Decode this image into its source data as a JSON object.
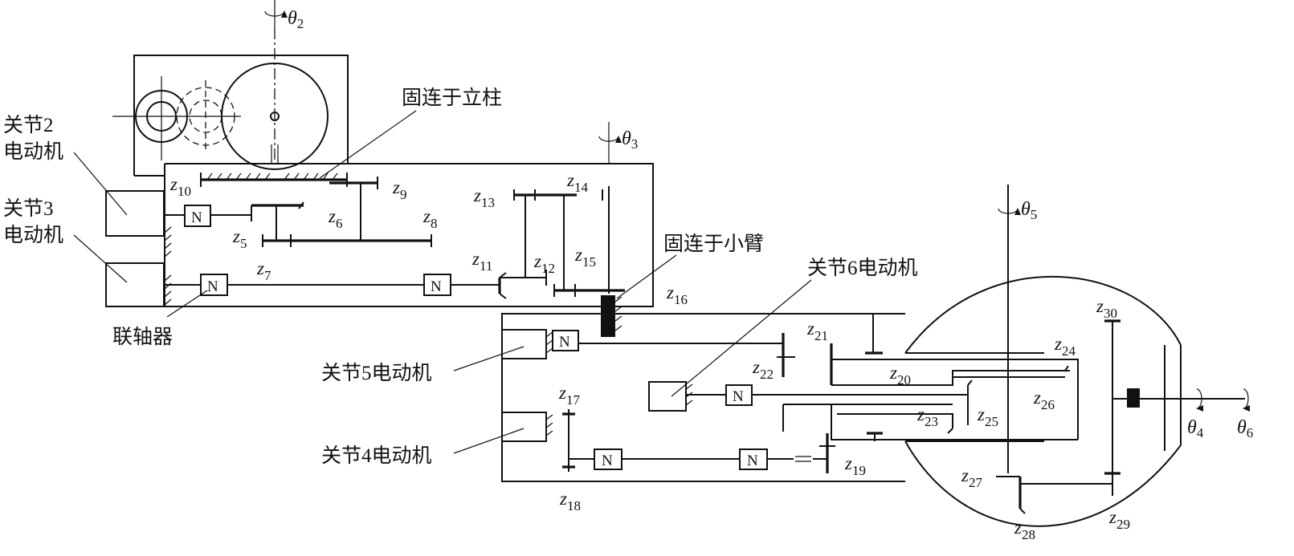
{
  "labels": {
    "fixed_column": "固连于立柱",
    "fixed_forearm": "固连于小臂",
    "coupling": "联轴器",
    "j2_motor_line1": "关节2",
    "j2_motor_line2": "电动机",
    "j3_motor_line1": "关节3",
    "j3_motor_line2": "电动机",
    "j4_motor": "关节4电动机",
    "j5_motor": "关节5电动机",
    "j6_motor": "关节6电动机",
    "coupling_mark": "N"
  },
  "gears": [
    {
      "id": "z5",
      "sub": "5"
    },
    {
      "id": "z6",
      "sub": "6"
    },
    {
      "id": "z7",
      "sub": "7"
    },
    {
      "id": "z8",
      "sub": "8"
    },
    {
      "id": "z9",
      "sub": "9"
    },
    {
      "id": "z10",
      "sub": "10"
    },
    {
      "id": "z11",
      "sub": "11"
    },
    {
      "id": "z12",
      "sub": "12"
    },
    {
      "id": "z13",
      "sub": "13"
    },
    {
      "id": "z14",
      "sub": "14"
    },
    {
      "id": "z15",
      "sub": "15"
    },
    {
      "id": "z16",
      "sub": "16"
    },
    {
      "id": "z17",
      "sub": "17"
    },
    {
      "id": "z18",
      "sub": "18"
    },
    {
      "id": "z19",
      "sub": "19"
    },
    {
      "id": "z20",
      "sub": "20"
    },
    {
      "id": "z21",
      "sub": "21"
    },
    {
      "id": "z22",
      "sub": "22"
    },
    {
      "id": "z23",
      "sub": "23"
    },
    {
      "id": "z24",
      "sub": "24"
    },
    {
      "id": "z25",
      "sub": "25"
    },
    {
      "id": "z26",
      "sub": "26"
    },
    {
      "id": "z27",
      "sub": "27"
    },
    {
      "id": "z28",
      "sub": "28"
    },
    {
      "id": "z29",
      "sub": "29"
    },
    {
      "id": "z30",
      "sub": "30"
    }
  ],
  "angles": [
    {
      "id": "theta2",
      "sub": "2"
    },
    {
      "id": "theta3",
      "sub": "3"
    },
    {
      "id": "theta4",
      "sub": "4"
    },
    {
      "id": "theta5",
      "sub": "5"
    },
    {
      "id": "theta6",
      "sub": "6"
    }
  ]
}
